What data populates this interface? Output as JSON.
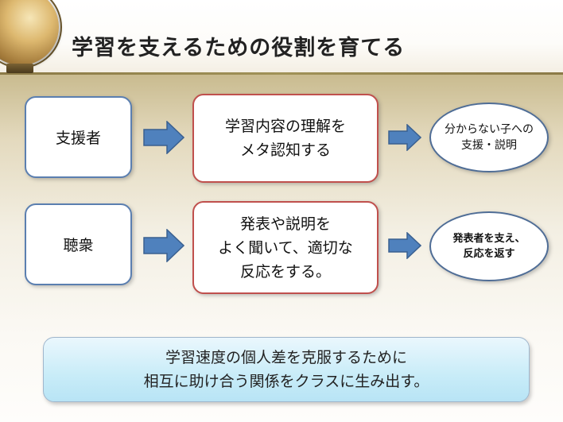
{
  "slide": {
    "title": "学習を支えるための役割を育てる"
  },
  "rows": [
    {
      "role": "支援者",
      "action_lines": [
        "学習内容の理解を",
        "メタ認知する"
      ],
      "result_lines": [
        "分からない子への",
        "支援・説明"
      ]
    },
    {
      "role": "聴衆",
      "action_lines": [
        "発表や説明を",
        "よく聞いて、適切な",
        "反応をする。"
      ],
      "result_lines": [
        "発表者を支え、",
        "反応を返す"
      ]
    }
  ],
  "summary": {
    "lines": [
      "学習速度の個人差を克服するために",
      "相互に助け合う関係をクラスに生み出す。"
    ]
  },
  "colors": {
    "arrow_fill": "#4f81bd",
    "arrow_stroke": "#3a6090",
    "role_border": "#5b7fb0",
    "action_border": "#c0504d",
    "result_border": "#4f6d96",
    "header_rule": "#8b7a46"
  },
  "icons": {
    "decoration": "globe-icon",
    "connector": "right-arrow-icon"
  }
}
